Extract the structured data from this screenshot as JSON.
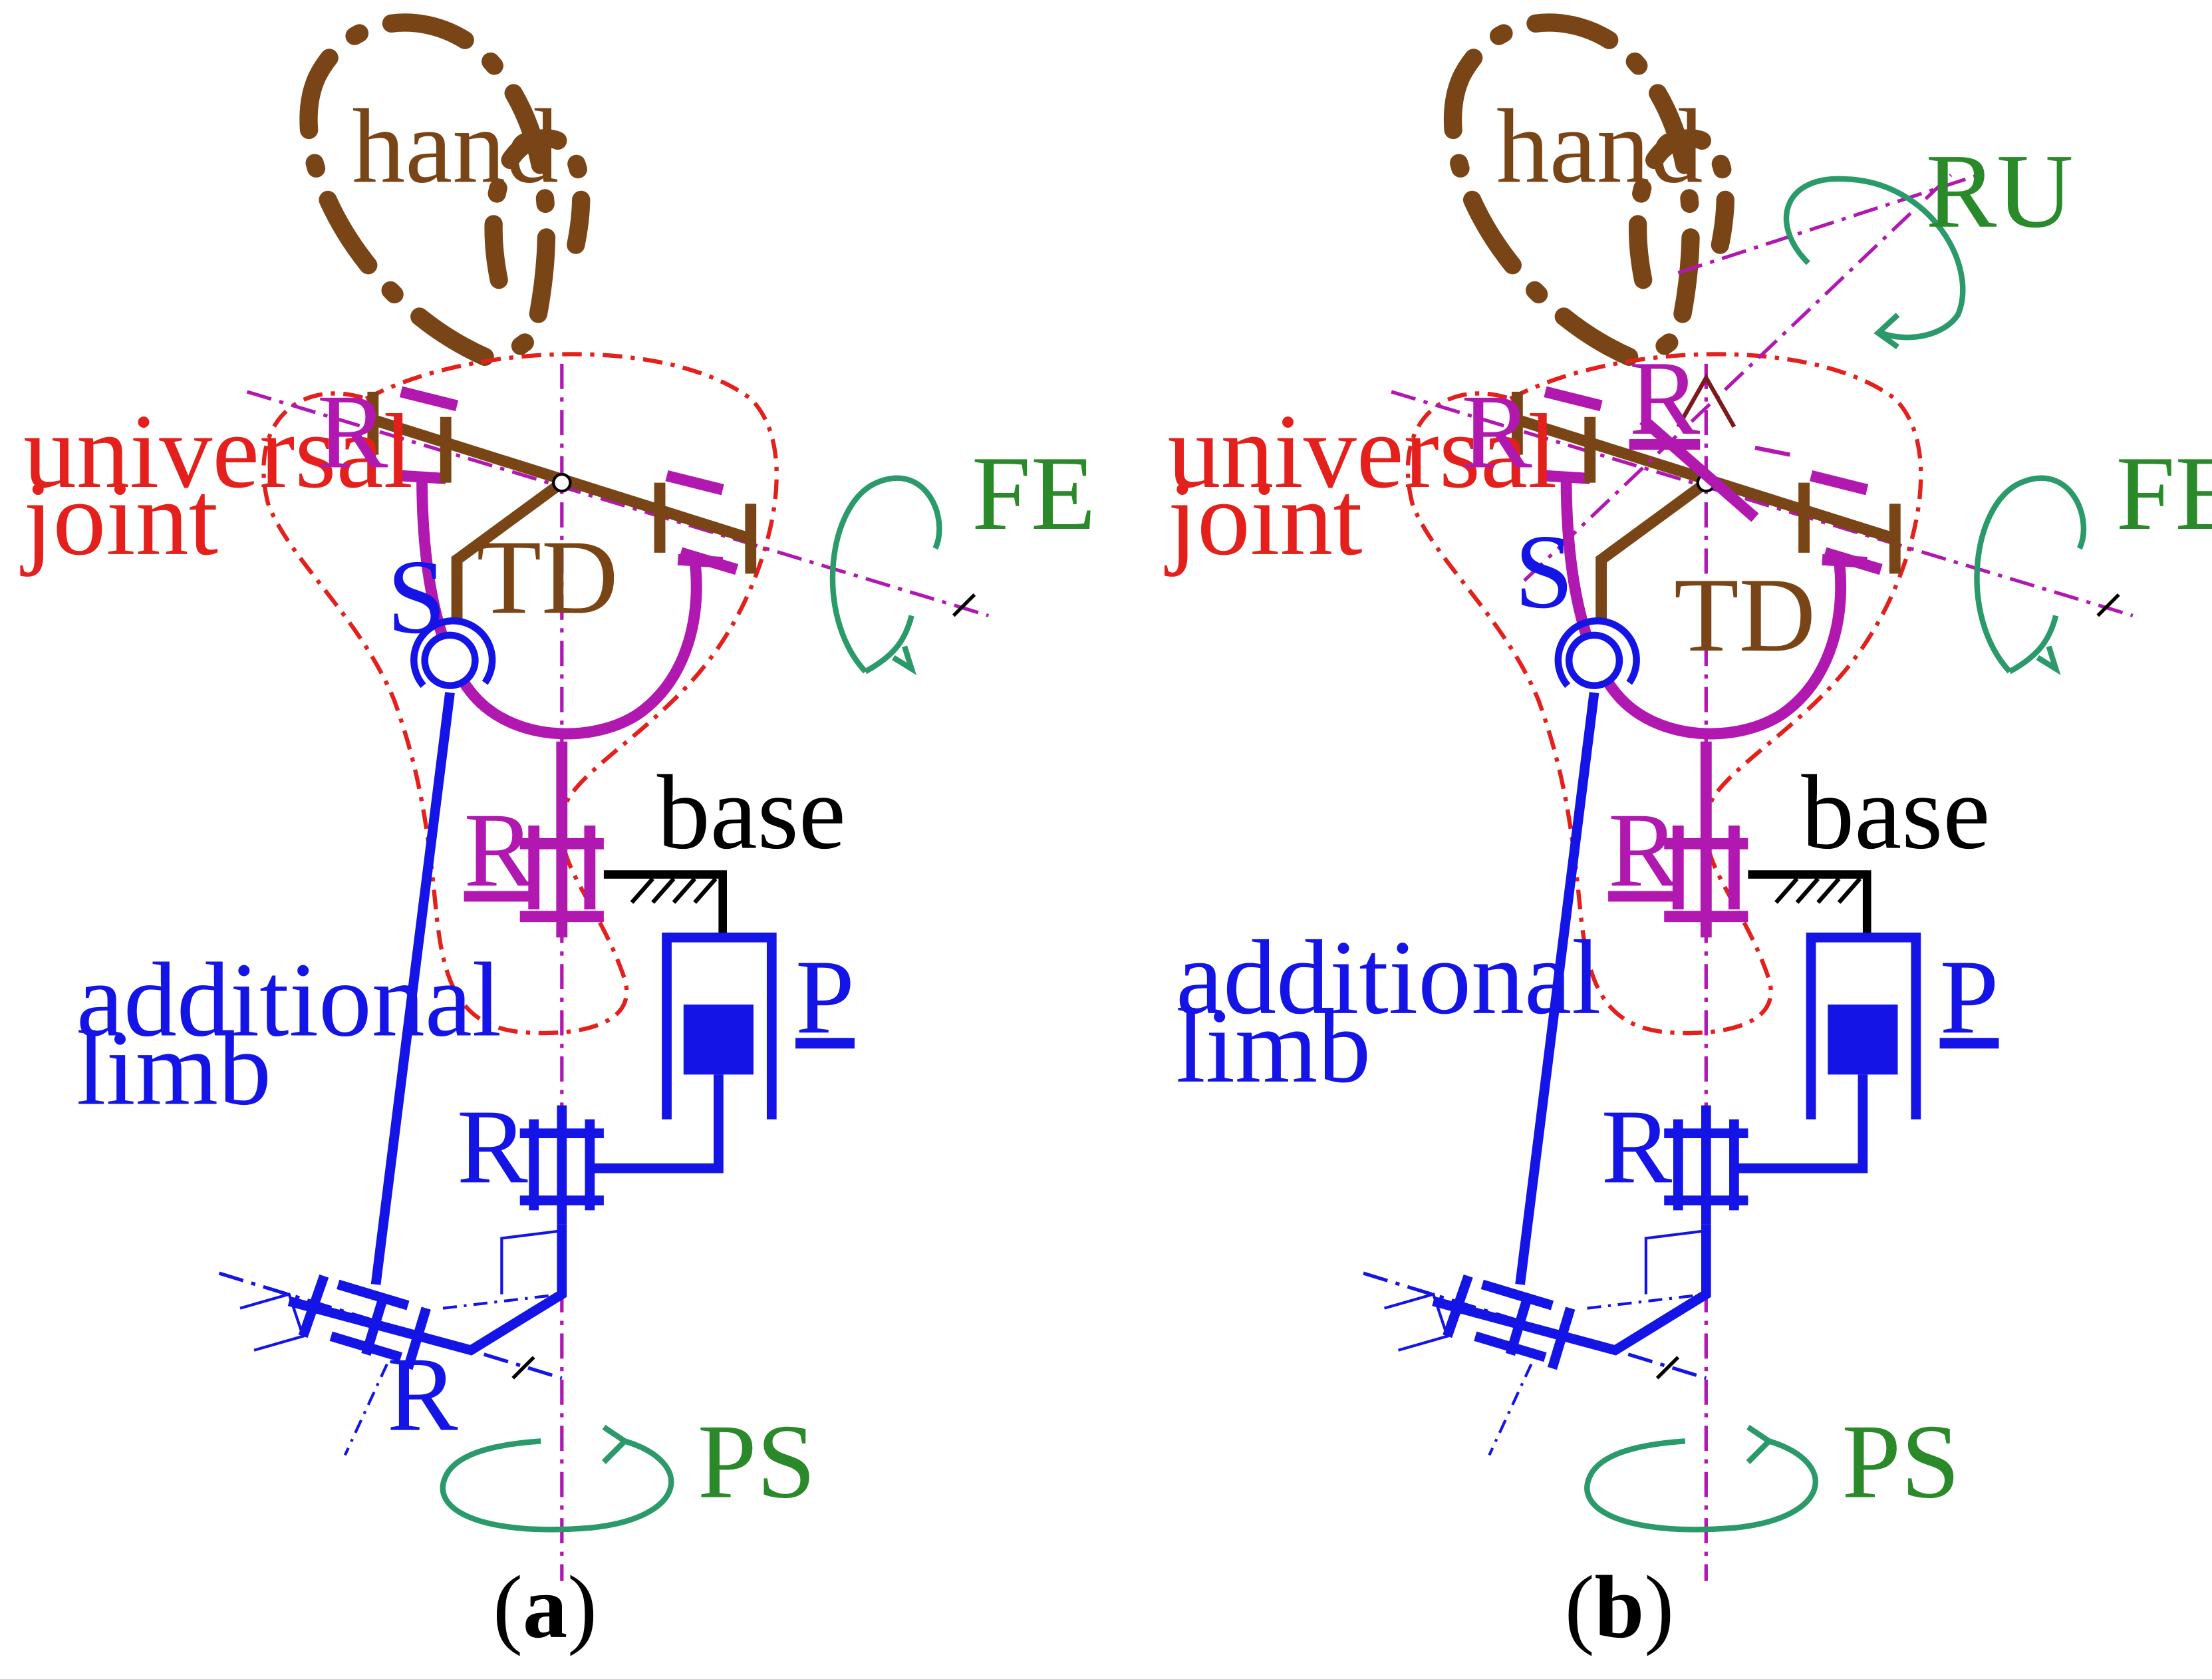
{
  "colors": {
    "hand": "#7a4516",
    "universal_joint": "#b018b0",
    "region_outline": "#e3201c",
    "additional_limb": "#1414e6",
    "rotation_arrow": "#2a9a6a",
    "rotation_label": "#2a8a2a",
    "base": "#000000"
  },
  "panels": [
    {
      "caption_open": "(",
      "caption_letter": "a",
      "caption_close": ")",
      "labels": {
        "hand": "hand",
        "universal": "universal",
        "joint": "joint",
        "r_top": "R",
        "fe": "FE",
        "td": "TD",
        "s": "S",
        "r_underlined": "R",
        "base": "base",
        "p": "P",
        "additional": "additional",
        "limb": "limb",
        "r_mid": "R",
        "r_bottom": "R",
        "ps": "PS"
      }
    },
    {
      "caption_open": "(",
      "caption_letter": "b",
      "caption_close": ")",
      "labels": {
        "hand": "hand",
        "ru": "RU",
        "universal": "universal",
        "joint": "joint",
        "r_top": "R",
        "r_inner": "R",
        "fe": "FE",
        "td": "TD",
        "s": "S",
        "r_underlined": "R",
        "base": "base",
        "p": "P",
        "additional": "additional",
        "limb": "limb",
        "r_mid": "R"
      },
      "ps_label": "PS"
    }
  ]
}
